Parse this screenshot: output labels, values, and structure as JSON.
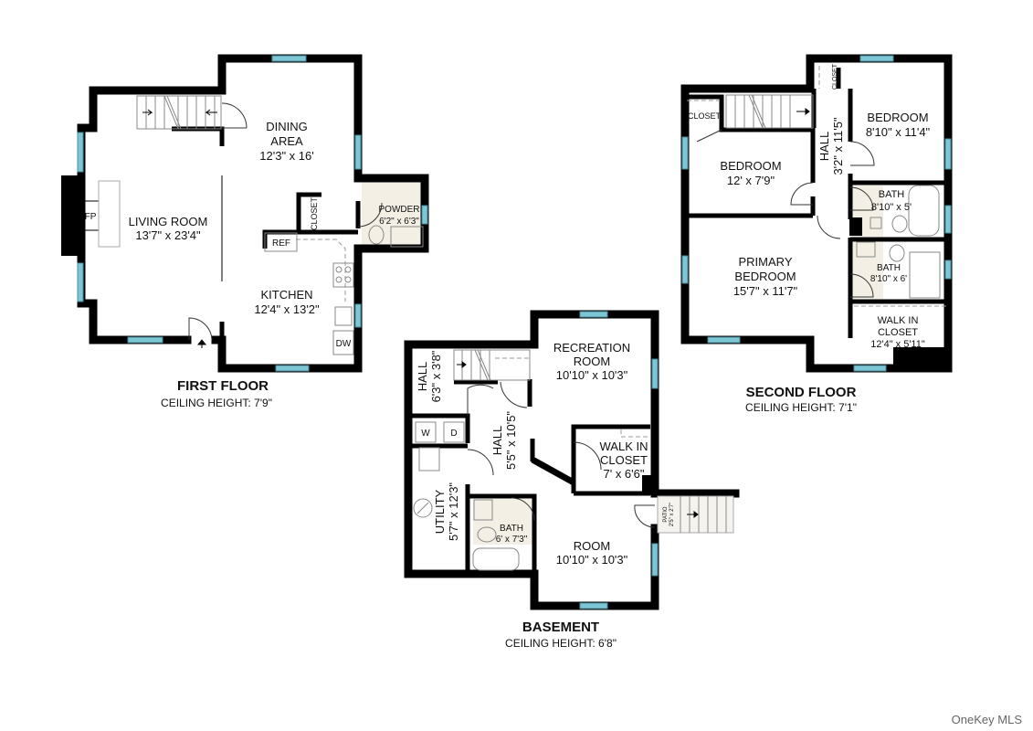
{
  "floors": {
    "first": {
      "title": "FIRST FLOOR",
      "ceiling": "CEILING HEIGHT: 7'9\"",
      "rooms": {
        "living_name": "LIVING ROOM",
        "living_dim": "13'7\" x 23'4\"",
        "dining_name1": "DINING",
        "dining_name2": "AREA",
        "dining_dim": "12'3\" x 16'",
        "kitchen_name": "KITCHEN",
        "kitchen_dim": "12'4\" x 13'2\"",
        "powder_name": "POWDER",
        "powder_dim": "6'2\" x 6'3\"",
        "closet": "CLOSET",
        "ref": "REF",
        "dw": "DW",
        "fp": "FP"
      }
    },
    "basement": {
      "title": "BASEMENT",
      "ceiling": "CEILING HEIGHT: 6'8\"",
      "rooms": {
        "rec_name1": "RECREATION",
        "rec_name2": "ROOM",
        "rec_dim": "10'10\" x 10'3\"",
        "wic_name1": "WALK IN",
        "wic_name2": "CLOSET",
        "wic_dim": "7' x 6'6\"",
        "room_name": "ROOM",
        "room_dim": "10'10\" x 10'3\"",
        "bath_name": "BATH",
        "bath_dim": "6' x 7'3\"",
        "utility_name": "UTILITY",
        "utility_dim": "5'7\" x 12'3\"",
        "hall1_name": "HALL",
        "hall1_dim": "6'3\" x 3'8\"",
        "hall2_name": "HALL",
        "hall2_dim": "5'5\" x 10'5\"",
        "patio_name": "PATIO",
        "patio_dim": "2'5\" x 2'7\"",
        "w": "W",
        "d": "D"
      }
    },
    "second": {
      "title": "SECOND FLOOR",
      "ceiling": "CEILING HEIGHT: 7'1\"",
      "rooms": {
        "bed1_name": "BEDROOM",
        "bed1_dim": "12' x 7'9\"",
        "bed2_name": "BEDROOM",
        "bed2_dim": "8'10\" x 11'4\"",
        "hall_name": "HALL",
        "hall_dim": "3'2\" x 11'5\"",
        "bath1_name": "BATH",
        "bath1_dim": "8'10\" x 5'",
        "bath2_name": "BATH",
        "bath2_dim": "8'10\" x 6'",
        "primary_name1": "PRIMARY",
        "primary_name2": "BEDROOM",
        "primary_dim": "15'7\" x 11'7\"",
        "wic_name1": "WALK IN",
        "wic_name2": "CLOSET",
        "wic_dim": "12'4\" x 5'11\"",
        "closet1": "CLOSET",
        "closet2": "CLOSET"
      }
    }
  },
  "watermark": "OneKey MLS",
  "colors": {
    "wall": "#000000",
    "window": "#7dc6d6",
    "tile": "#f3efe4"
  }
}
